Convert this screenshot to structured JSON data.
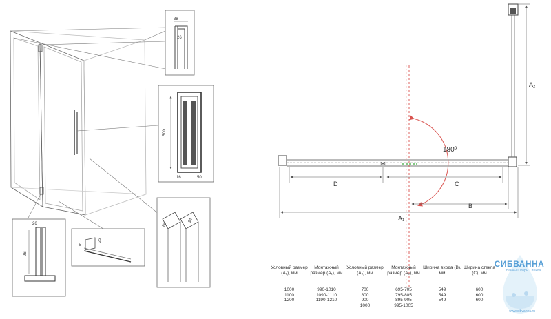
{
  "detail_labels": {
    "top_profile_w": "38",
    "top_profile_h": "26",
    "handle_height": "500",
    "handle_depth": "16",
    "handle_width": "50",
    "corner_a": "28",
    "corner_b": "34",
    "bottom_w": "26",
    "bottom_h": "96",
    "seal_a": "16",
    "seal_b": "26"
  },
  "plan_labels": {
    "angle": "180º",
    "dim_d": "D",
    "dim_c": "C",
    "dim_b": "B",
    "dim_a1": "A₁",
    "dim_a2": "A₂"
  },
  "table": {
    "headers": [
      "Условный размер (A₁), мм",
      "Монтажный размер (A₁), мм",
      "Условный размер (A₂), мм",
      "Монтажный размер (A₂), мм",
      "Ширина входа (B), мм",
      "Ширина стекла (C), мм"
    ],
    "columns": [
      [
        "1000",
        "1100",
        "1200"
      ],
      [
        "990-1010",
        "1090-1110",
        "1190-1210"
      ],
      [
        "700",
        "800",
        "900",
        "1000"
      ],
      [
        "695-705",
        "795-805",
        "895-905",
        "995-1005"
      ],
      [
        "549",
        "549",
        "549"
      ],
      [
        "600",
        "600",
        "600"
      ]
    ]
  },
  "watermark": {
    "brand": "СИБВАННА",
    "tagline": "Ванны Шторы Стекла",
    "url": "www.sibvanna.ru"
  },
  "colors": {
    "line": "#555555",
    "red_dash": "#d9534f",
    "green": "#5cb85c",
    "arc": "#d9534f",
    "logo_blue": "#3a8fd0"
  }
}
